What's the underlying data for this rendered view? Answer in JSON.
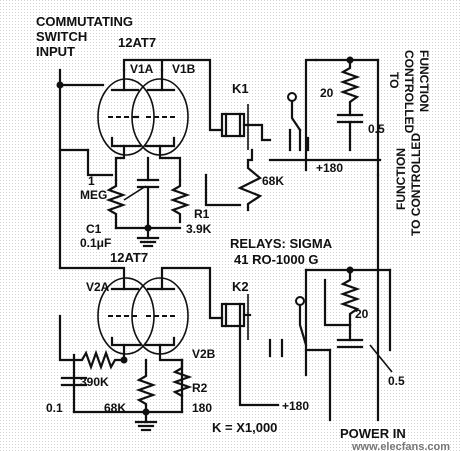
{
  "labels": {
    "input_line1": "COMMUTATING",
    "input_line2": "SWITCH",
    "input_line3": "INPUT",
    "tube_top": "12AT7",
    "v1a": "V1A",
    "v1b": "V1B",
    "k1": "K1",
    "c1_value": "0.1μF",
    "c1_name": "C1",
    "r_meg_1": "1",
    "r_meg_2": "MEG",
    "r1_name": "R1",
    "r1_value": "3.9K",
    "r68k_top": "68K",
    "r20_top": "20",
    "cap_top": "0.5",
    "supply_top": "+180",
    "to_ctrl_top_1": "TO",
    "to_ctrl_top_2": "CONTROLLED",
    "to_ctrl_top_3": "FUNCTION",
    "relays_line1": "RELAYS: SIGMA",
    "relays_line2": "41 RO-1000 G",
    "tube_bottom": "12AT7",
    "v2a": "V2A",
    "v2b": "V2B",
    "k2": "K2",
    "r20_bottom": "20",
    "to_ctrl_bottom_1": "TO CONTROLLED",
    "to_ctrl_bottom_2": "FUNCTION",
    "r390k": "390K",
    "cap_bottom_left": "0.1",
    "r68k_bottom": "68K",
    "r2_name": "R2",
    "r2_value": "180",
    "supply_bottom": "+180",
    "cap_bottom_right": "0.5",
    "k_note": "K = X1,000",
    "power_in": "POWER IN",
    "watermark": "www.elecfans.com"
  }
}
